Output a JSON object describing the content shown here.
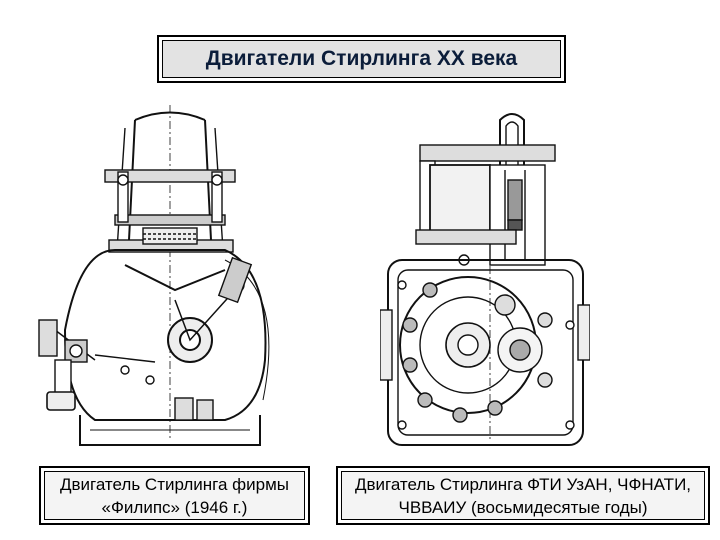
{
  "title": "Двигатели Стирлинга XX века",
  "figures": {
    "left": {
      "caption_line1": "Двигатель Стирлинга фирмы",
      "caption_line2": "«Филипс» (1946 г.)"
    },
    "right": {
      "caption_line1": "Двигатель Стирлинга ФТИ УзАН, ЧФНАТИ,",
      "caption_line2": "ЧВВАИУ (восьмидесятые годы)"
    }
  }
}
